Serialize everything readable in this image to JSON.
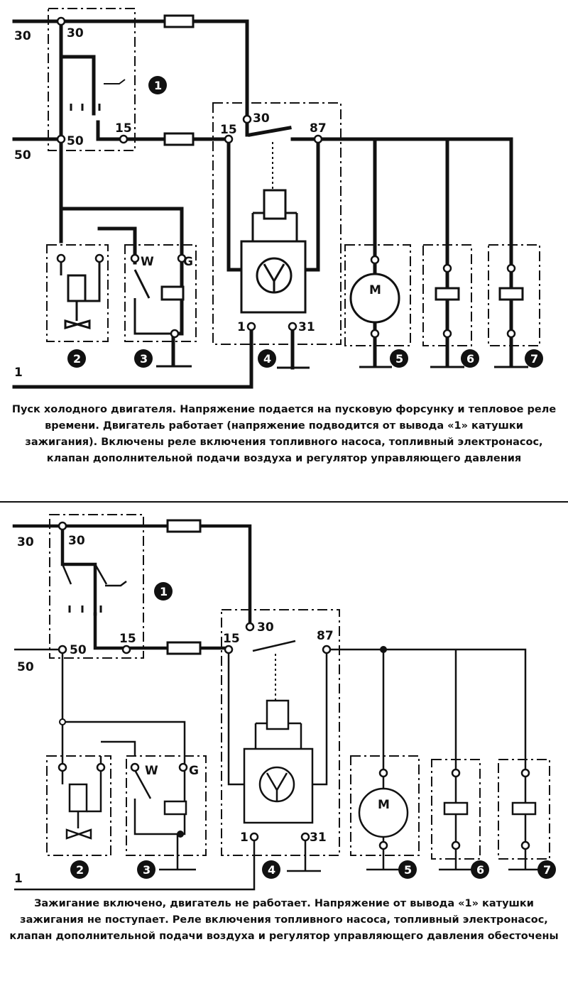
{
  "diagram_top": {
    "terminals": {
      "t30_left": "30",
      "t30": "30",
      "t15": "15",
      "t50_left": "50",
      "t50": "50",
      "r15": "15",
      "r30": "30",
      "r87": "87",
      "r1": "1",
      "r31": "31",
      "w": "W",
      "g": "G",
      "m": "M",
      "line1": "1"
    },
    "components": [
      "1",
      "2",
      "3",
      "4",
      "5",
      "6",
      "7"
    ],
    "caption": "Пуск холодного двигателя. Напряжение подается на пусковую форсунку и тепловое реле времени. Двигатель работает (напряжение подводится от вывода «1» катушки зажигания). Включены реле включения топливного насоса, топливный электронасос, клапан дополнительной подачи воздуха и регулятор управляющего давления"
  },
  "diagram_bottom": {
    "terminals": {
      "t30_left": "30",
      "t30": "30",
      "t15": "15",
      "t50_left": "50",
      "t50": "50",
      "r15": "15",
      "r30": "30",
      "r87": "87",
      "r1": "1",
      "r31": "31",
      "w": "W",
      "g": "G",
      "m": "M",
      "line1": "1"
    },
    "components": [
      "1",
      "2",
      "3",
      "4",
      "5",
      "6",
      "7"
    ],
    "caption": "Зажигание включено, двигатель не работает. Напряжение от вывода «1» катушки зажигания не поступает. Реле включения топливного насоса, топливный электронасос, клапан дополнительной подачи воздуха и регулятор управляющего давления обесточены"
  }
}
